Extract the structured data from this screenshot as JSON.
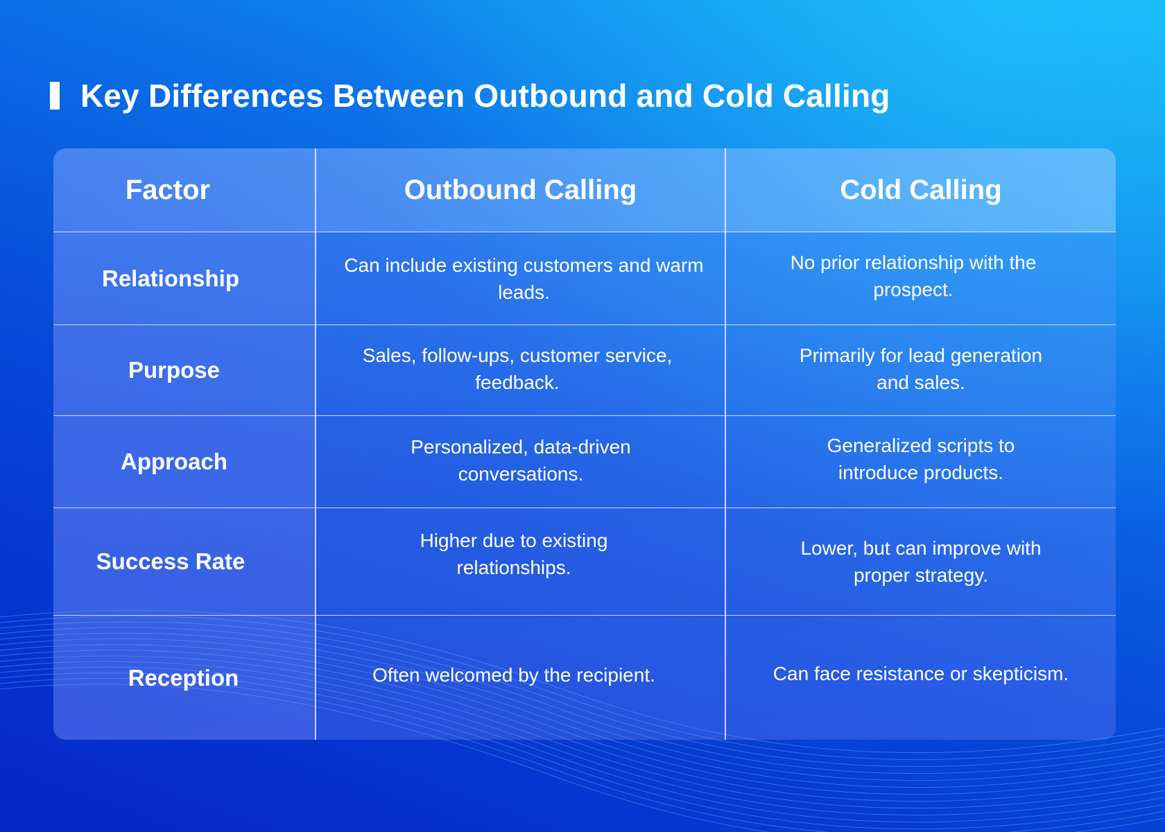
{
  "title": "Key Differences Between Outbound and Cold Calling",
  "table": {
    "headers": [
      "Factor",
      "Outbound Calling",
      "Cold Calling"
    ],
    "rows": [
      {
        "factor": "Relationship",
        "outbound": "Can include existing customers and warm leads.",
        "cold": "No prior relationship with the prospect."
      },
      {
        "factor": "Purpose",
        "outbound": "Sales, follow-ups, customer service, feedback.",
        "cold": "Primarily for lead generation and sales."
      },
      {
        "factor": "Approach",
        "outbound": "Personalized, data-driven conversations.",
        "cold": "Generalized scripts to introduce products."
      },
      {
        "factor": "Success Rate",
        "outbound": "Higher due to existing relationships.",
        "cold": "Lower, but can improve with proper strategy."
      },
      {
        "factor": "Reception",
        "outbound": "Often welcomed by the recipient.",
        "cold": "Can face resistance or skepticism."
      }
    ]
  }
}
